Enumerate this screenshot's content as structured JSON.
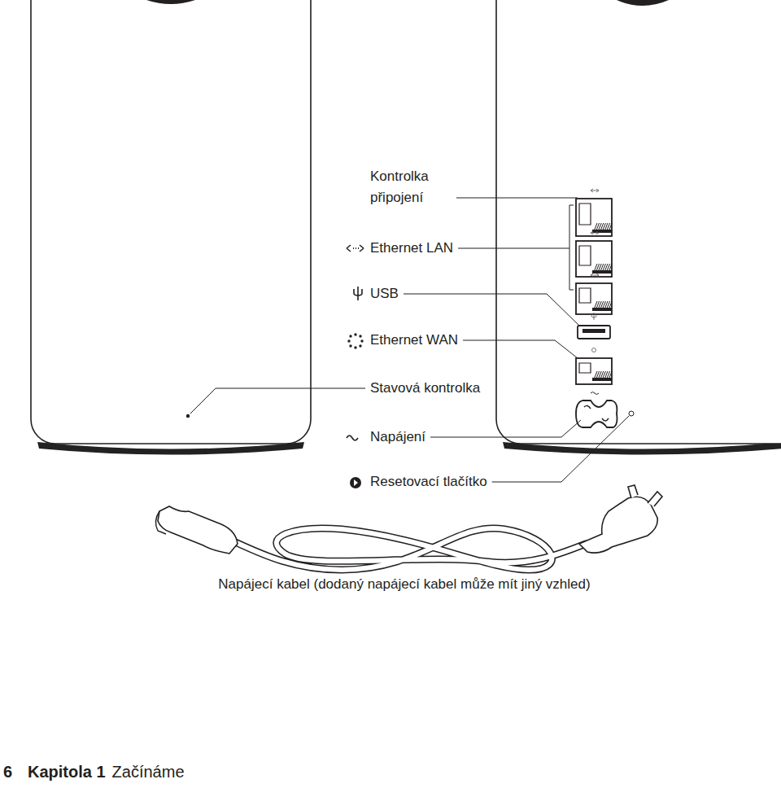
{
  "diagram": {
    "labels": [
      "Kontrolka připojení",
      "Ethernet LAN",
      "USB",
      "Ethernet WAN",
      "Stavová kontrolka",
      "Napájení",
      "Resetovací tlačítko",
      "Napájecí kabel (dodaný napájecí kabel může mít jiný vzhled)",
      "6",
      "Kapitola 1",
      "Začínáme"
    ]
  }
}
